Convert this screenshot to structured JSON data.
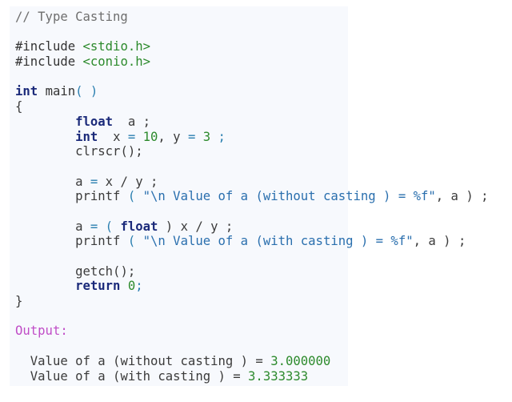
{
  "code": {
    "comment": "// Type Casting",
    "include1_kw": "#include",
    "include1_file": "<stdio.h>",
    "include2_kw": "#include",
    "include2_file": "<conio.h>",
    "main_type": "int",
    "main_name": "main",
    "main_parens": "( )",
    "open_brace": "{",
    "float_kw": "float",
    "float_decl": "a ;",
    "int_kw": "int",
    "int_x": "x",
    "eq1": "=",
    "ten": "10",
    "comma_y": ", y",
    "eq2": "=",
    "three": "3",
    "semi1": ";",
    "clrscr": "clrscr();",
    "assign1_lhs": "a",
    "assign1_eq": "=",
    "assign1_rhs": "x / y ;",
    "printf1_fn": "printf",
    "printf1_open": "(",
    "printf1_str": "\"\\n Value of a (without casting ) = %f\"",
    "printf1_rest": ", a ) ;",
    "assign2_lhs": "a",
    "assign2_eq": "=",
    "assign2_open": "(",
    "assign2_kw": "float",
    "assign2_rest": ") x / y ;",
    "printf2_fn": "printf",
    "printf2_open": "(",
    "printf2_str": "\"\\n Value of a (with casting ) = %f\"",
    "printf2_rest": ", a ) ;",
    "getch": "getch();",
    "return_kw": "return",
    "return_val": "0",
    "return_semi": ";",
    "close_brace": "}"
  },
  "output": {
    "label": "Output:",
    "line1_text": "Value of a (without casting ) = ",
    "line1_value": "3.000000",
    "line2_text": "Value of a (with casting ) = ",
    "line2_value": "3.333333"
  }
}
